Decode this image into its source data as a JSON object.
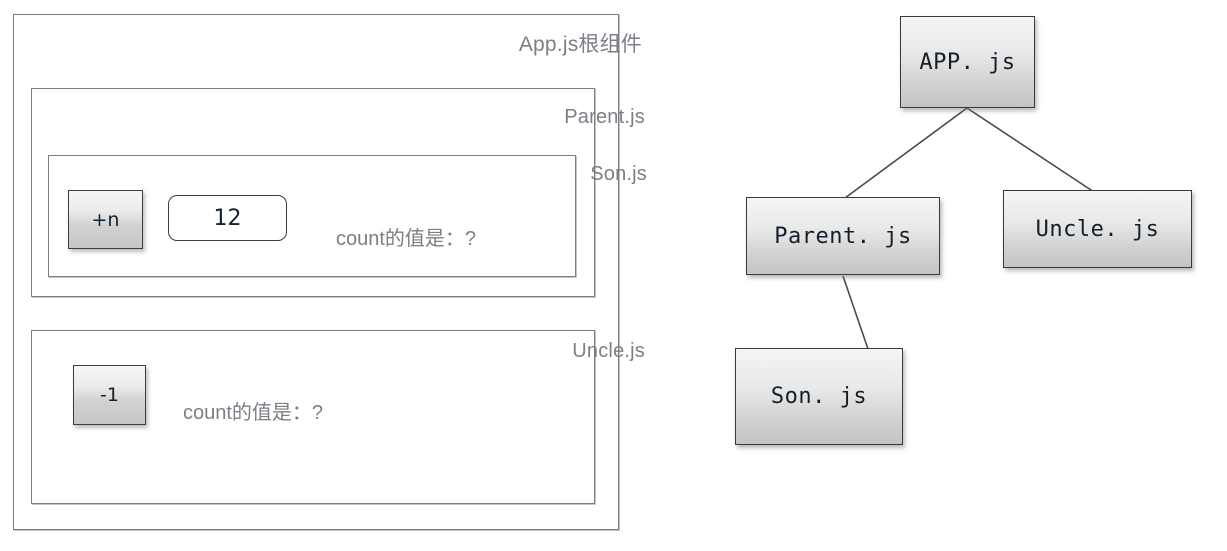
{
  "left_panel": {
    "app_box": {
      "label": "App.js根组件"
    },
    "parent_box": {
      "label": "Parent.js"
    },
    "son_box": {
      "label": "Son.js",
      "increment_button": "+n",
      "input_value": "12",
      "input_placeholder": "",
      "count_text": "count的值是：?"
    },
    "uncle_box": {
      "label": "Uncle.js",
      "decrement_button": "-1",
      "count_text": "count的值是：?"
    }
  },
  "right_panel": {
    "nodes": [
      {
        "id": "app",
        "label": "APP. js"
      },
      {
        "id": "parent",
        "label": "Parent. js"
      },
      {
        "id": "uncle",
        "label": "Uncle. js"
      },
      {
        "id": "son",
        "label": "Son. js"
      }
    ],
    "edges": [
      {
        "from": "app",
        "to": "parent"
      },
      {
        "from": "app",
        "to": "uncle"
      },
      {
        "from": "parent",
        "to": "son"
      }
    ]
  },
  "colors": {
    "box_border": "#7d7d7d",
    "label_text": "#7b7f86",
    "node_border": "#3a3a3a",
    "button_text": "#14212e",
    "background": "#ffffff"
  }
}
